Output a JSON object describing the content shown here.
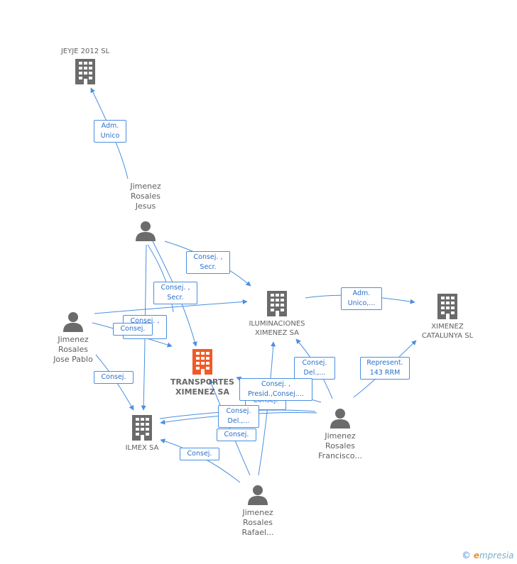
{
  "colors": {
    "edge": "#4a8fe0",
    "building": "#6b6b6b",
    "building_highlight": "#f05a28",
    "person": "#6b6b6b"
  },
  "nodes": {
    "jeyje": {
      "label": "JEYJE 2012 SL",
      "icon": "building-icon"
    },
    "transportes": {
      "label": "TRANSPORTES\nXIMENEZ SA",
      "icon": "building-icon"
    },
    "iluminaciones": {
      "label": "ILUMINACIONES\nXIMENEZ SA",
      "icon": "building-icon"
    },
    "ximenez_cat": {
      "label": "XIMENEZ\nCATALUNYA SL",
      "icon": "building-icon"
    },
    "ilmex": {
      "label": "ILMEX SA",
      "icon": "building-icon"
    },
    "jesus": {
      "label": "Jimenez\nRosales\nJesus",
      "icon": "person-icon"
    },
    "jose_pablo": {
      "label": "Jimenez\nRosales\nJose Pablo",
      "icon": "person-icon"
    },
    "francisco": {
      "label": "Jimenez\nRosales\nFrancisco...",
      "icon": "person-icon"
    },
    "rafael": {
      "label": "Jimenez\nRosales\nRafael...",
      "icon": "person-icon"
    }
  },
  "edge_labels": {
    "adm_unico_1": "Adm.\nUnico",
    "consej_secr_1": "Consej. ,\nSecr.",
    "consej_secr_2": "Consej. ,\nSecr.",
    "consej_back": "Consej. ,",
    "consej_jp1": "Consej.",
    "consej_jp2": "Consej.",
    "adm_unico_2": "Adm.\nUnico,...",
    "represent": "Represent.\n143 RRM",
    "consej_del_1": "Consej.\nDel.,...",
    "consej_presid": "Consej. ,\nPresid.,Consej....",
    "consej_back2": "Consej.",
    "consej_del_2": "Consej.\nDel.,...",
    "consej_r1": "Consej.",
    "consej_r2": "Consej."
  },
  "watermark": {
    "symbol": "©",
    "brand_initial": "e",
    "brand_rest": "mpresia"
  }
}
